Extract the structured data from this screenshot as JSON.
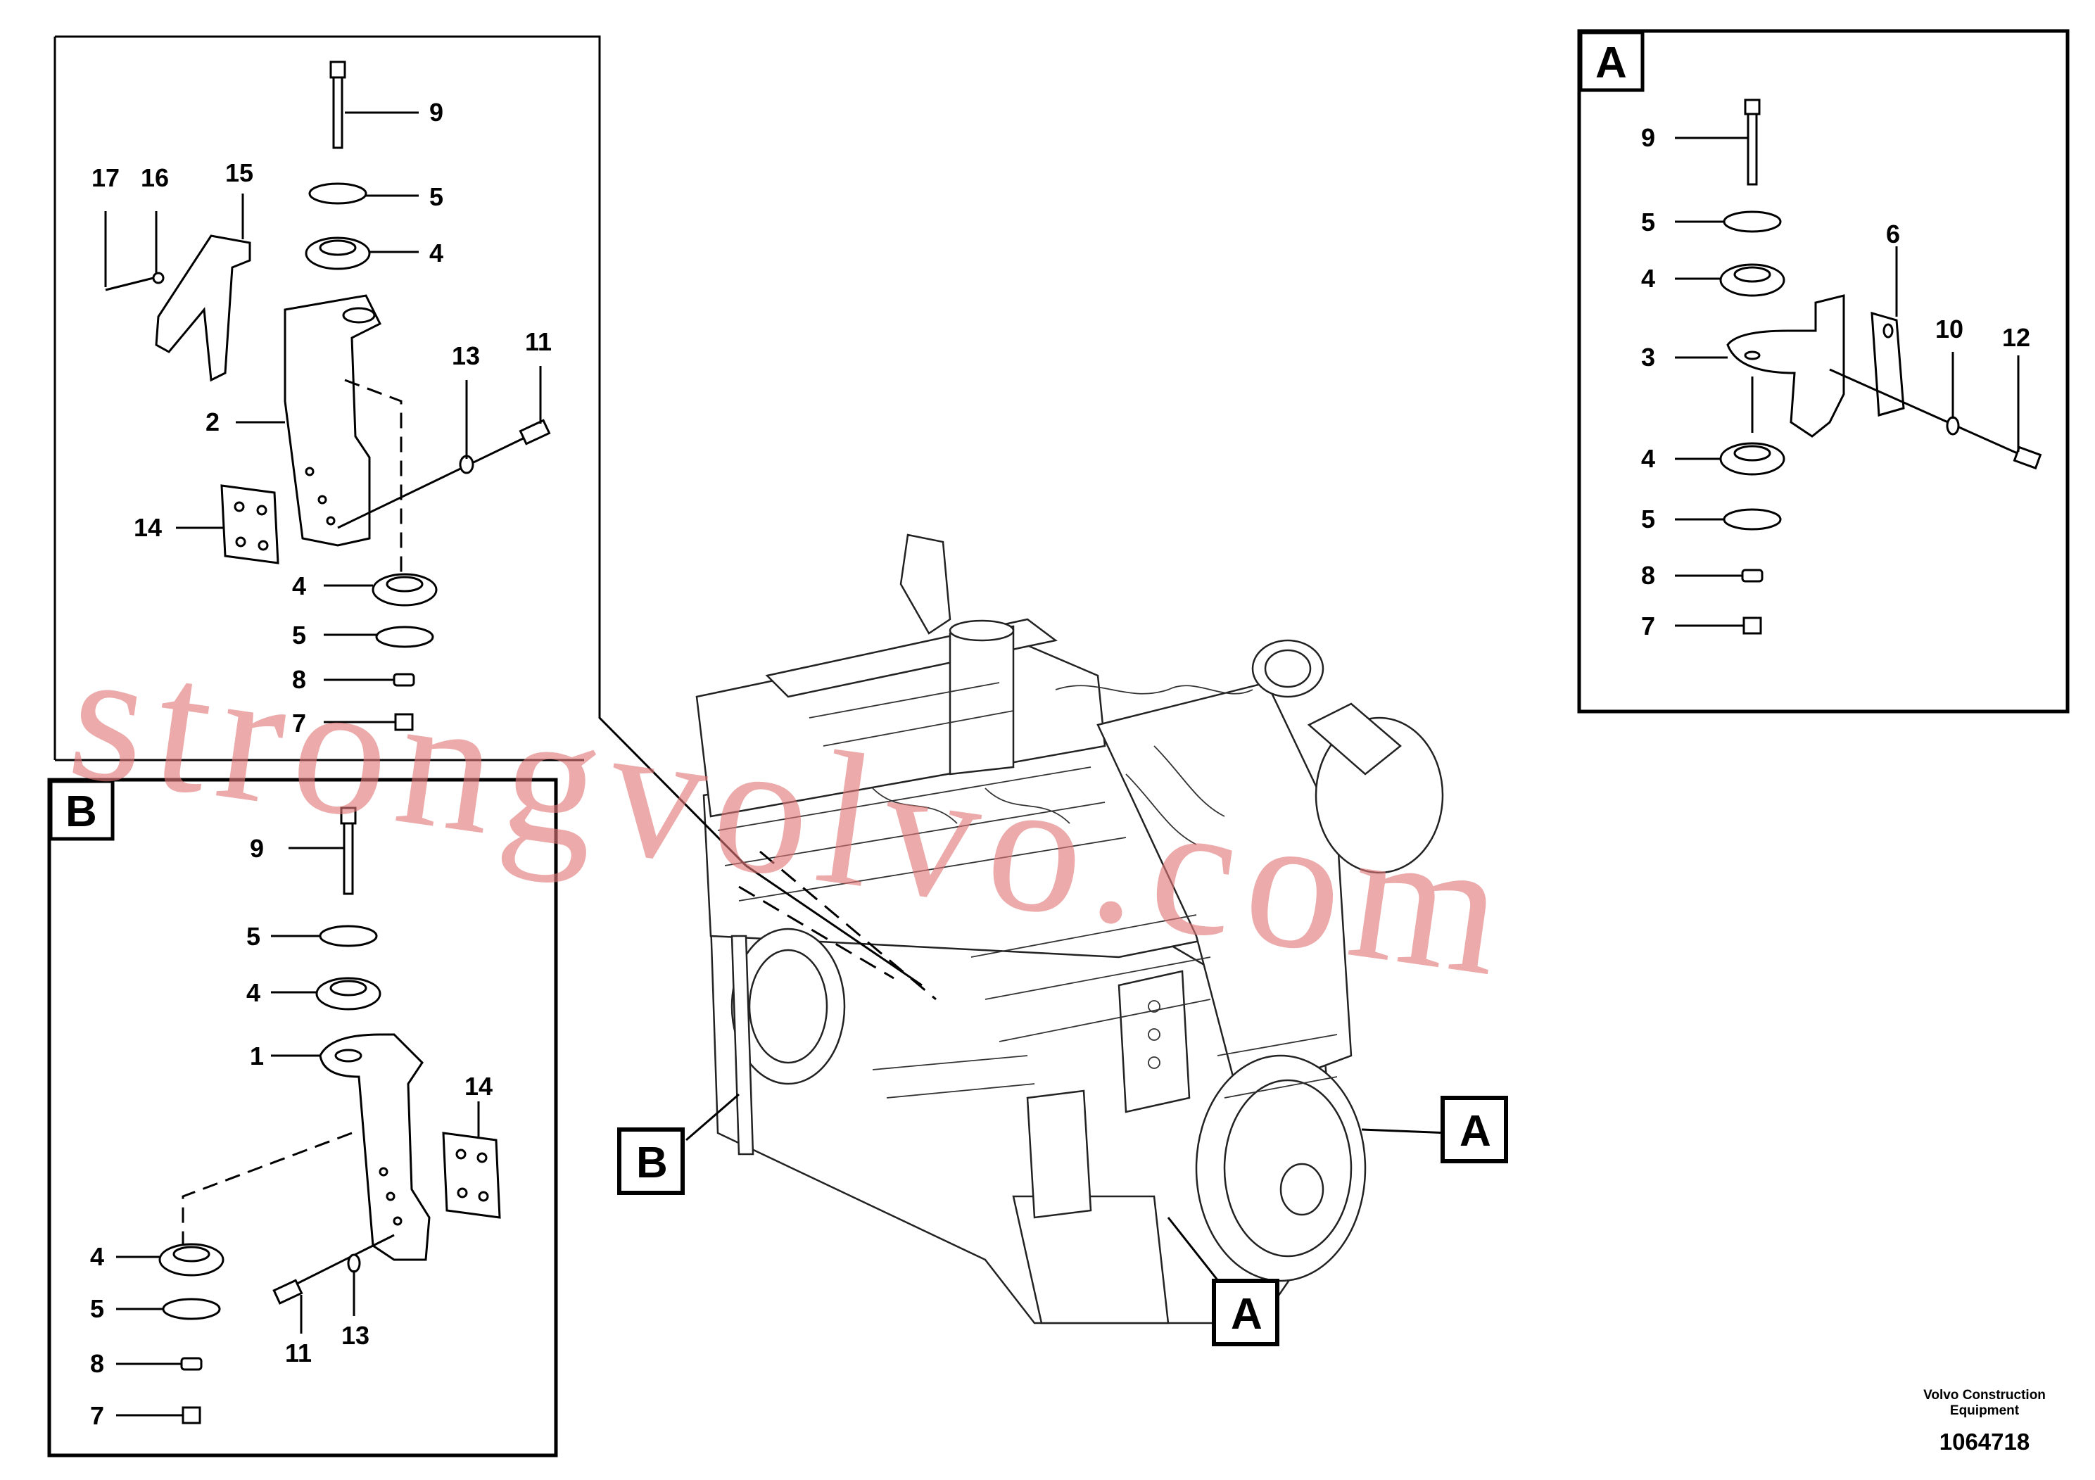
{
  "panels": {
    "top_left": {
      "callouts": [
        "9",
        "5",
        "4",
        "17",
        "16",
        "15",
        "13",
        "11",
        "2",
        "14",
        "4",
        "5",
        "8",
        "7"
      ]
    },
    "top_right": {
      "label": "A",
      "callouts": [
        "9",
        "5",
        "4",
        "6",
        "3",
        "10",
        "12",
        "4",
        "5",
        "8",
        "7"
      ]
    },
    "bottom_left": {
      "label": "B",
      "callouts": [
        "9",
        "5",
        "4",
        "1",
        "14",
        "4",
        "5",
        "8",
        "7",
        "11",
        "13"
      ]
    }
  },
  "engine_view": {
    "markers": [
      "A",
      "B",
      "A"
    ]
  },
  "footer": {
    "brand": "Volvo Construction Equipment",
    "brand_line1": "Volvo Construction",
    "brand_line2": "Equipment",
    "part_number": "1064718"
  },
  "watermark": "strongvolvo.com"
}
